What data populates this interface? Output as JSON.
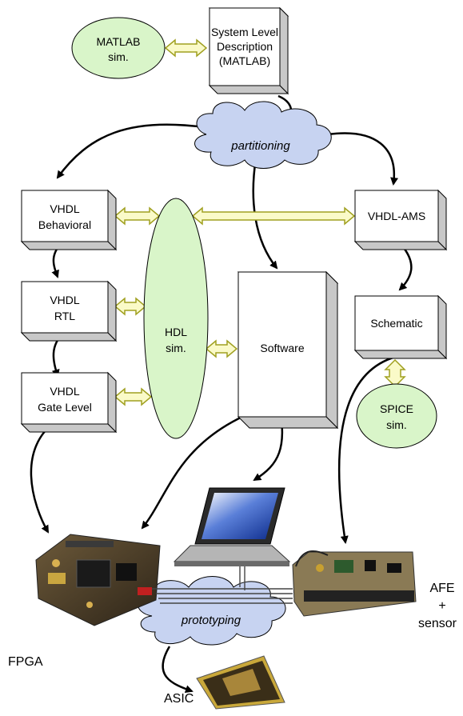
{
  "nodes": {
    "matlab_sim": [
      "MATLAB",
      "sim."
    ],
    "system_level": [
      "System Level",
      "Description",
      "(MATLAB)"
    ],
    "partitioning": "partitioning",
    "vhdl_behavioral": [
      "VHDL",
      "Behavioral"
    ],
    "vhdl_rtl": [
      "VHDL",
      "RTL"
    ],
    "vhdl_gate": [
      "VHDL",
      "Gate Level"
    ],
    "hdl_sim": [
      "HDL",
      "sim."
    ],
    "software": "Software",
    "vhdl_ams": "VHDL-AMS",
    "schematic": "Schematic",
    "spice_sim": [
      "SPICE",
      "sim."
    ],
    "prototyping": "prototyping",
    "fpga": "FPGA",
    "afe": [
      "AFE",
      "+",
      "sensor"
    ],
    "asic": "ASIC"
  },
  "colors": {
    "sim_fill": "#d9f5c9",
    "cloud_fill": "#c7d3f1",
    "connector_fill": "#fafac8",
    "connector_stroke": "#a0a020",
    "box_fill": "#ffffff",
    "box_side": "#c8c8c8",
    "box_top": "#e6e6e6"
  }
}
